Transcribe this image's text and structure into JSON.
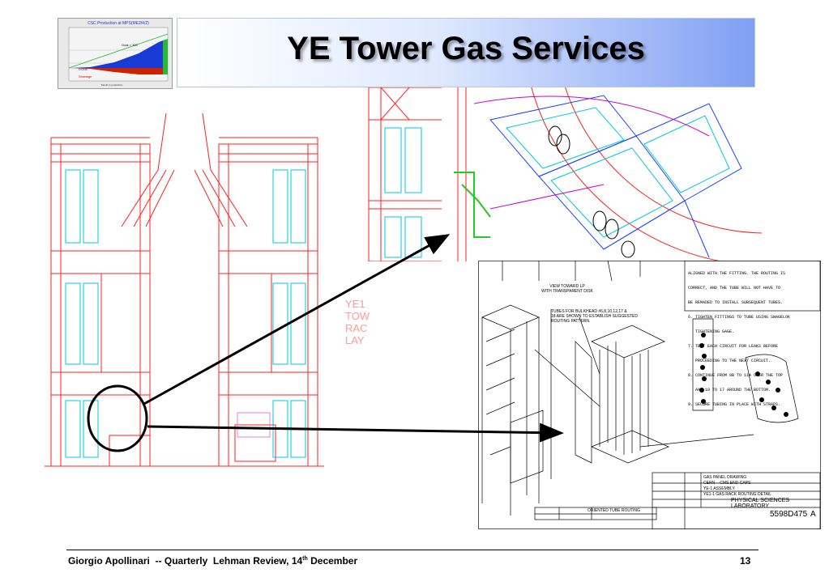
{
  "slide": {
    "title": "YE Tower Gas Services",
    "footer": {
      "author": "Giorgio Apollinari  -- Quarterly  Lehman Review, 14",
      "superscript": "th",
      "suffix": " December",
      "page_number": "13"
    }
  },
  "thumbnail_chart": {
    "title": "CSC Production at MPS(ME2/4/2)",
    "legend_good": "Goal = 100",
    "legend_done": "DONE",
    "legend_shortage": "Shortage",
    "xlabel": "Month in production"
  },
  "drawing_labels": {
    "tower_text": [
      "YE1",
      "TOW",
      "RAC",
      "LAY"
    ],
    "view_note": [
      "VIEW TOWARD LP",
      "WITH TRANSPARENT DISK"
    ],
    "tubes_note": [
      "TUBES FOR BULKHEAD #6,8,10,12,17 &",
      "18 ARE SHOWN TO ESTABLISH SUGGESTED",
      "ROUTING PATTERN."
    ],
    "notes_block": [
      "ALIGNED WITH THE FITTING. THE ROUTING IS",
      "CORRECT, AND THE TUBE WILL NOT HAVE TO",
      "BE REMADED TO INSTALL SUBSEQUENT TUBES.",
      "6. TIGHTEN FITTINGS TO TUBE USING SWAGELOK",
      "   TIGHTENING GAGE.",
      "7. TEST EACH CIRCUIT FOR LEAKS BEFORE",
      "   PROCEEDING TO THE NEXT CIRCUIT.",
      "8. CONTINUE FROM 8B TO 11A OVER THE TOP",
      "   AND 19 TO 17 AROUND THE BOTTOM.",
      "9. SECURE TUBING IN PLACE WITH STRAPS."
    ],
    "title_block": [
      "GAS PANEL DRAWING",
      "CERN -- CMS END CAPS",
      "YE-1 ASSEMBLY",
      "YE1-1 GAS RACK ROUTING DETAIL",
      "PHYSICAL SCIENCES LABORATORY",
      "5598D475",
      "A",
      "ORIENTED TUBE ROUTING"
    ]
  }
}
